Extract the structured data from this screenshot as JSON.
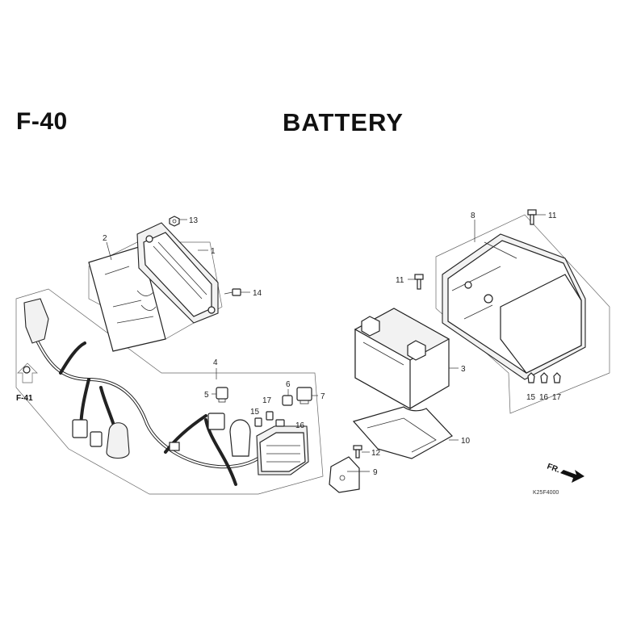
{
  "header": {
    "page_code": "F-40",
    "title": "BATTERY"
  },
  "callouts": {
    "c1": "1",
    "c2": "2",
    "c3": "3",
    "c4": "4",
    "c5": "5",
    "c6": "6",
    "c7": "7",
    "c8": "8",
    "c9": "9",
    "c10": "10",
    "c11a": "11",
    "c11b": "11",
    "c12": "12",
    "c13": "13",
    "c14": "14",
    "c15a": "15",
    "c15b": "15",
    "c16a": "16",
    "c16b": "16",
    "c17a": "17",
    "c17b": "17"
  },
  "reference": "F-41",
  "direction_label": "FR.",
  "drawing_code": "K25F4000"
}
